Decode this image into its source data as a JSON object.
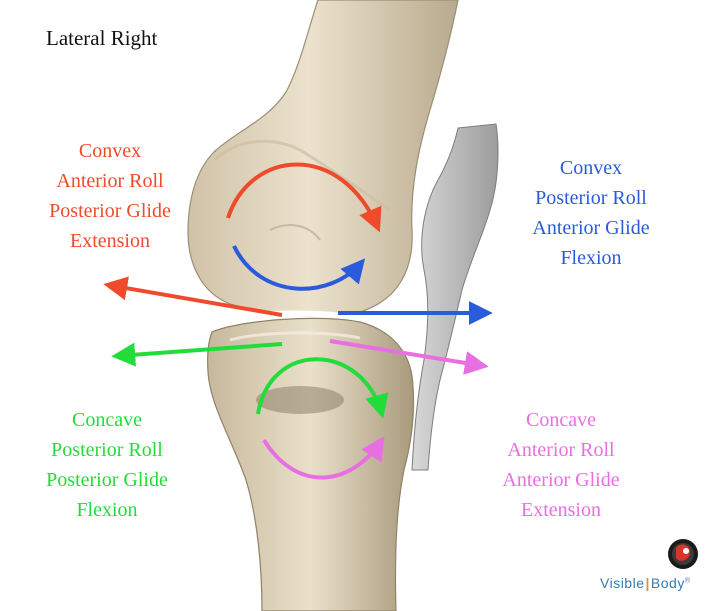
{
  "view_title": "Lateral Right",
  "colors": {
    "red": "#f04a2c",
    "blue": "#2a5bdc",
    "green": "#22dc3c",
    "pink": "#e86fe2",
    "bone": "#e7dcc6",
    "bone_shadow": "#b9ab91"
  },
  "labels": {
    "femur_extension": [
      "Convex",
      "Anterior Roll",
      "Posterior Glide",
      "Extension"
    ],
    "femur_flexion": [
      "Convex",
      "Posterior Roll",
      "Anterior Glide",
      "Flexion"
    ],
    "tibia_flexion": [
      "Concave",
      "Posterior Roll",
      "Posterior Glide",
      "Flexion"
    ],
    "tibia_extension": [
      "Concave",
      "Anterior Roll",
      "Anterior Glide",
      "Extension"
    ]
  },
  "brand": {
    "part1": "Visible",
    "part2": "Body"
  }
}
